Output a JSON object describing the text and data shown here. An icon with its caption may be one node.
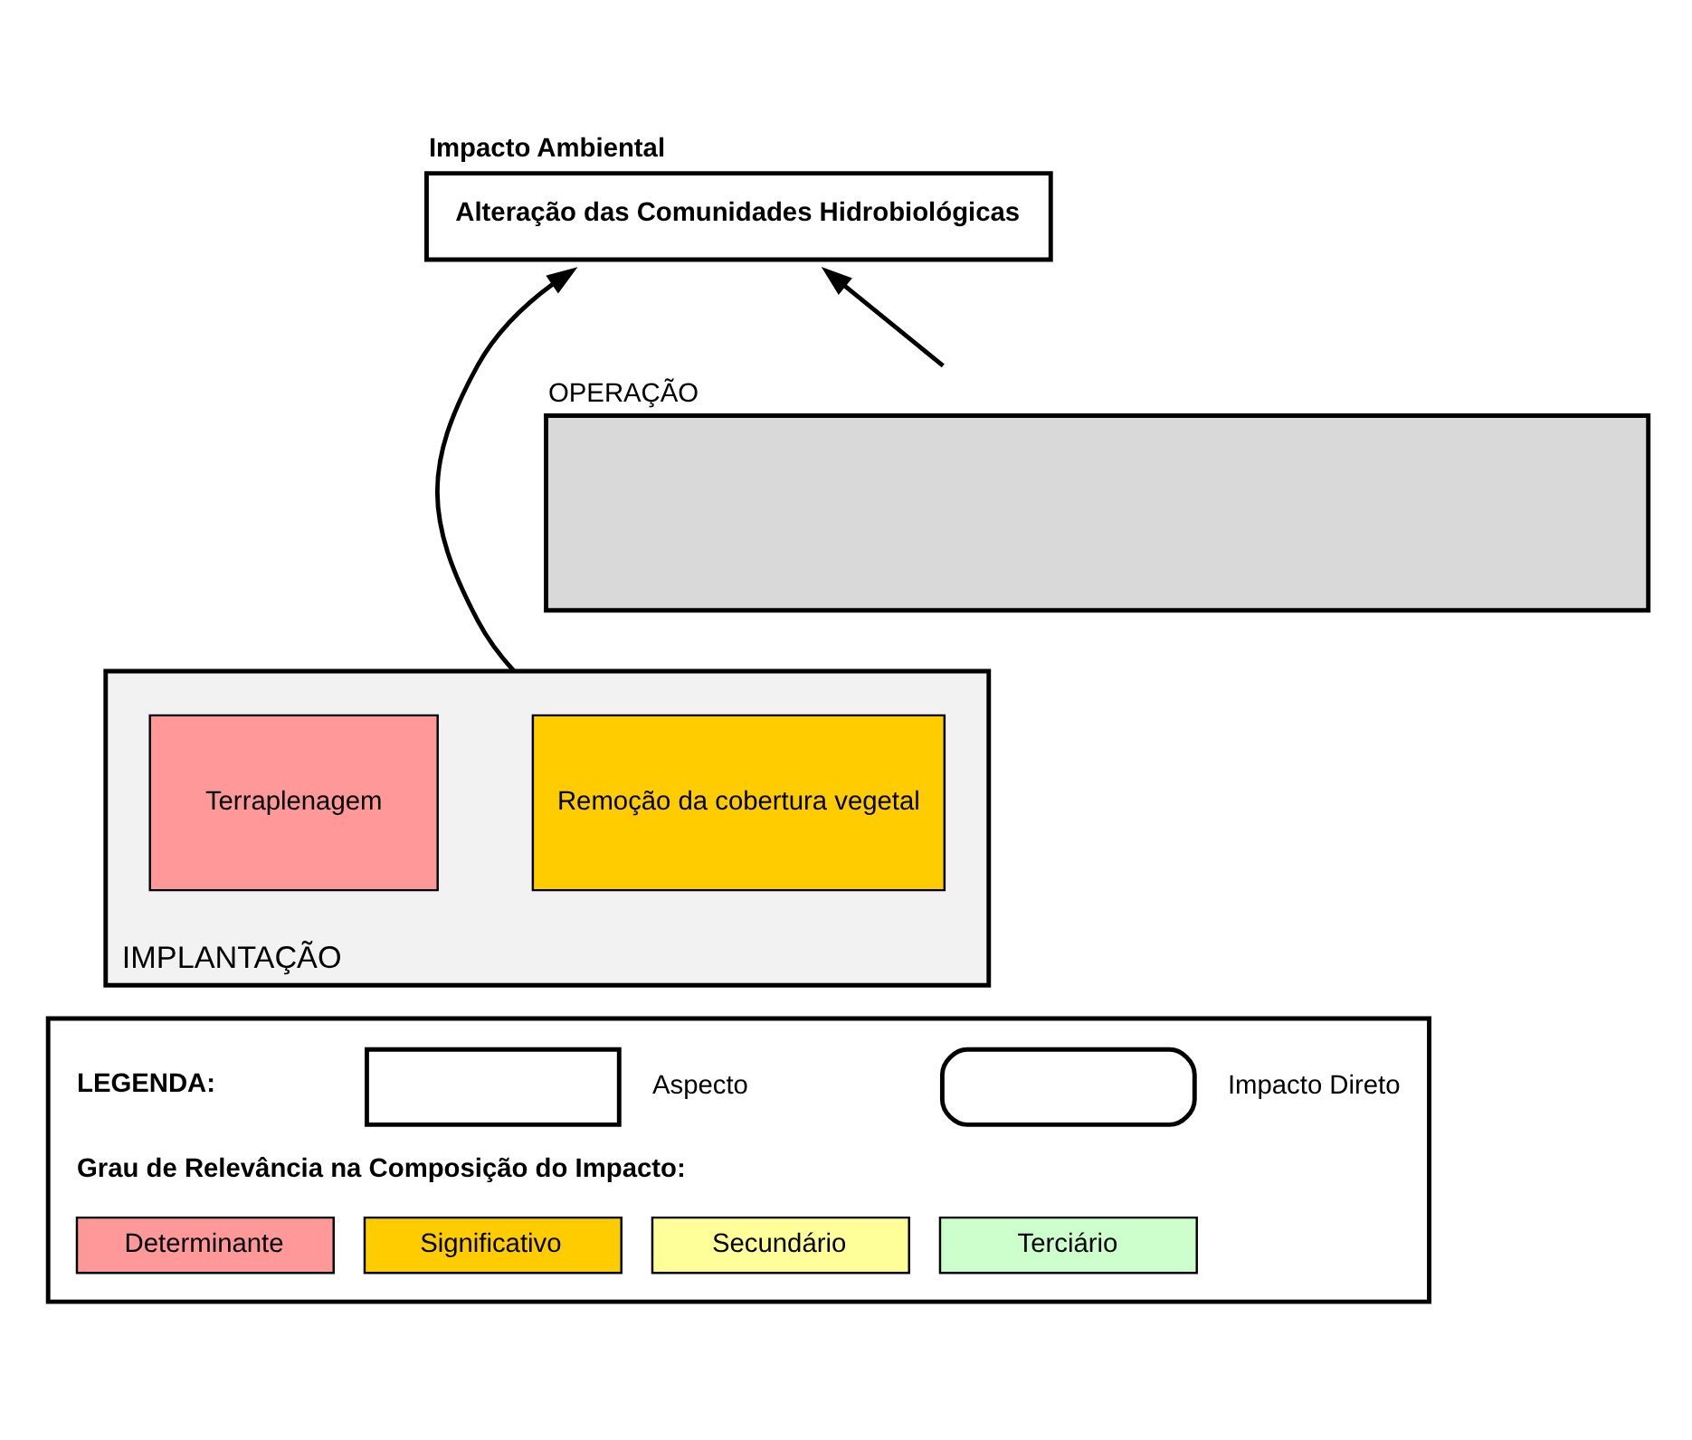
{
  "diagram": {
    "nodes": [
      {
        "text": [
          "Impacto Ambiental",
          "Alteração das Comunidades Hidrobiológicas"
        ]
      },
      {
        "text": [
          "OPERAÇÃO"
        ]
      },
      {
        "text": [
          "IMPLANTAÇÃO"
        ]
      },
      {
        "text": [
          "Remoção da cobertura vegetal"
        ],
        "in": 2
      },
      {
        "text": [
          "Terraplenagem"
        ],
        "in": 2
      }
    ],
    "edges": [
      {
        "from": 2,
        "to": 0,
        "arrow": "to"
      },
      {
        "from": 1,
        "to": 0,
        "arrow": "to"
      }
    ],
    "labels": [
      "LEGENDA:",
      "Grau de Relevância na Composição do Impacto:"
    ],
    "legend": [
      {
        "text": "Aspecto"
      },
      {
        "text": "Impacto Direto"
      },
      {
        "text": "Determinante",
        "color": "#ff9999"
      },
      {
        "text": "Significativo",
        "color": "#ffcc00"
      },
      {
        "text": "Secundário",
        "color": "#ffff99"
      },
      {
        "text": "Terciário",
        "color": "#ccffcc"
      }
    ]
  }
}
